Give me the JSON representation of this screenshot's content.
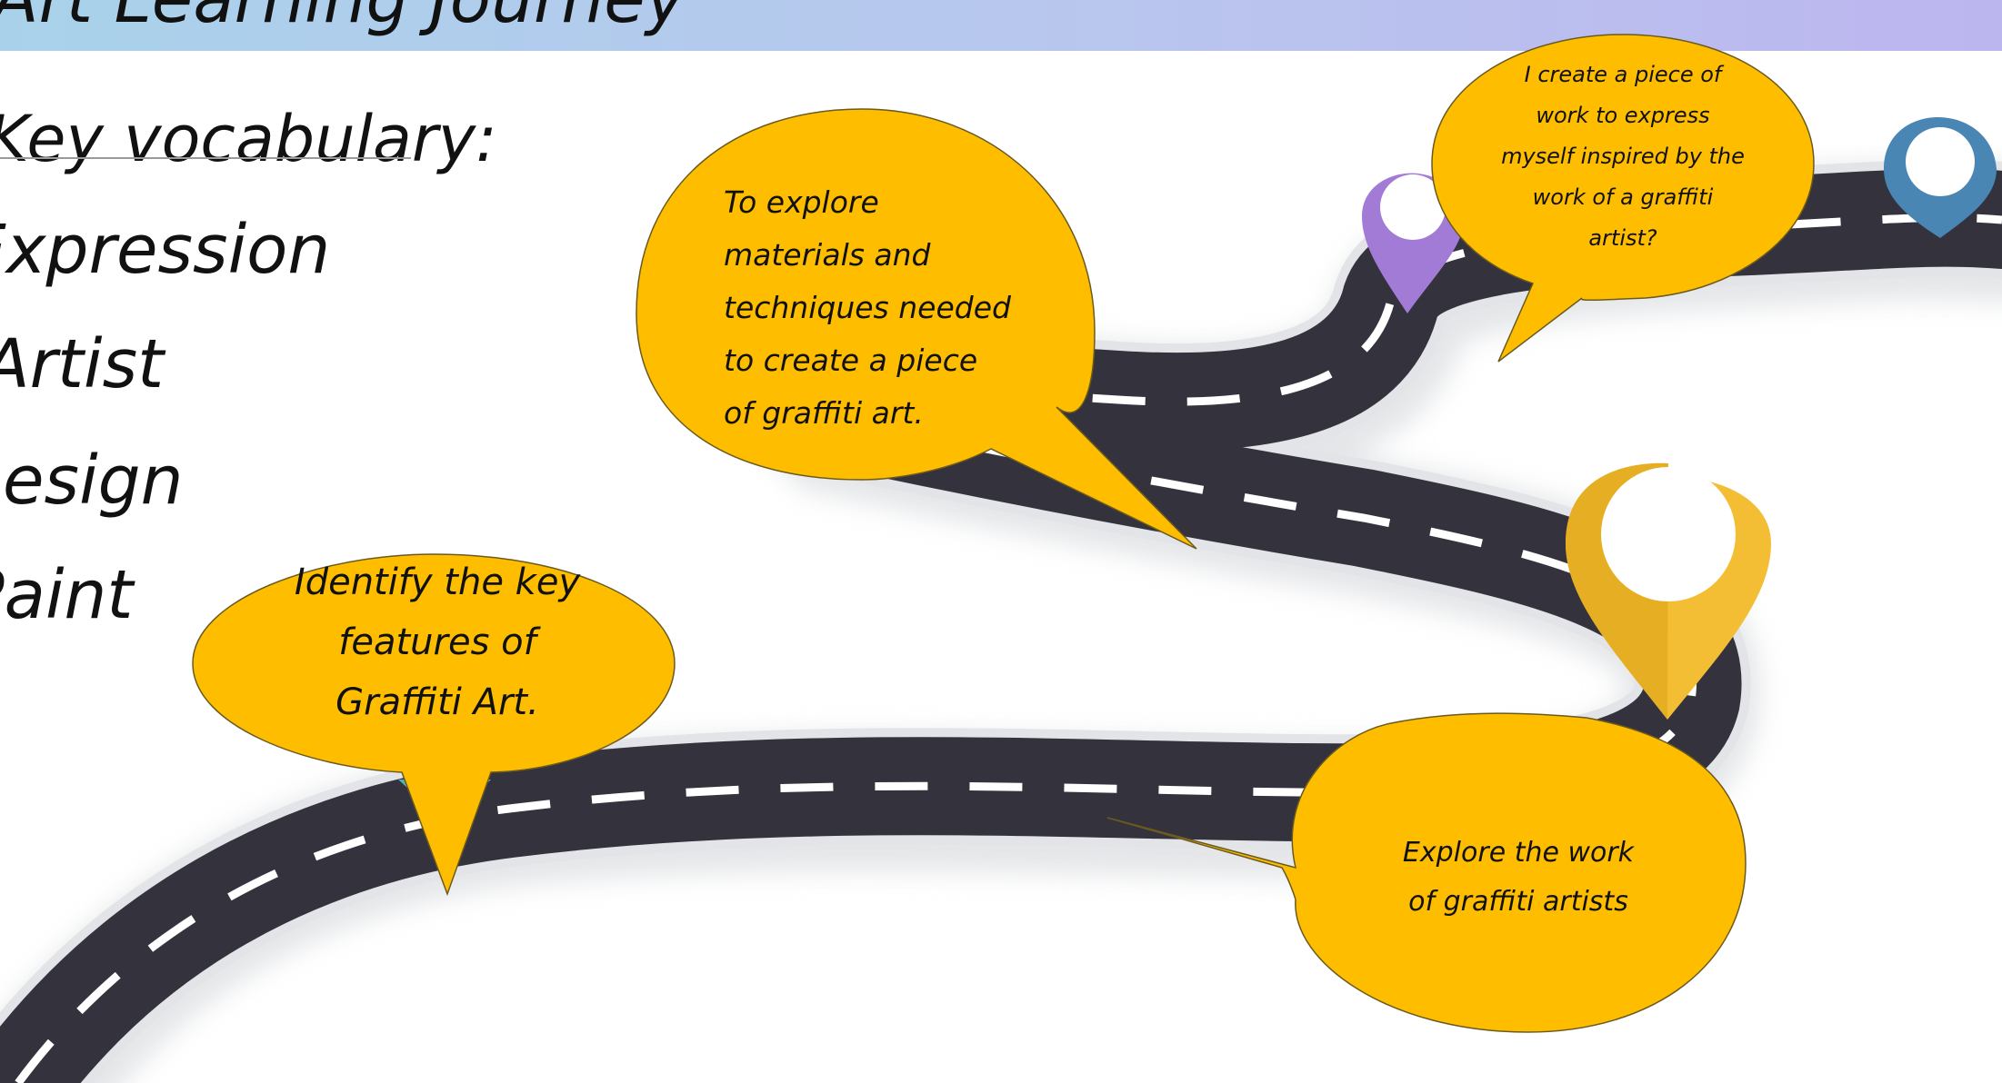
{
  "header": {
    "title": "Art Learning Journey"
  },
  "vocabulary": {
    "heading": "Key vocabulary:",
    "items": [
      "Expression",
      "Artist",
      "Design",
      "Paint"
    ]
  },
  "bubbles": {
    "identify": "Identify the key features of Graffiti Art.",
    "explore_materials": "To explore materials and techniques needed to create a piece of graffiti art.",
    "create": "I create a piece of work to express myself inspired by the work of a graffiti artist?",
    "explore_artists": "Explore the work of graffiti artists"
  },
  "colors": {
    "bubble_fill": "#ffbd00",
    "road": "#33323d",
    "banner_start": "#a9d2ea",
    "banner_end": "#bcb6ef",
    "pin_purple": "#a27bd6",
    "pin_blue": "#4a86b4",
    "pin_yellow": "#f3bd34"
  }
}
